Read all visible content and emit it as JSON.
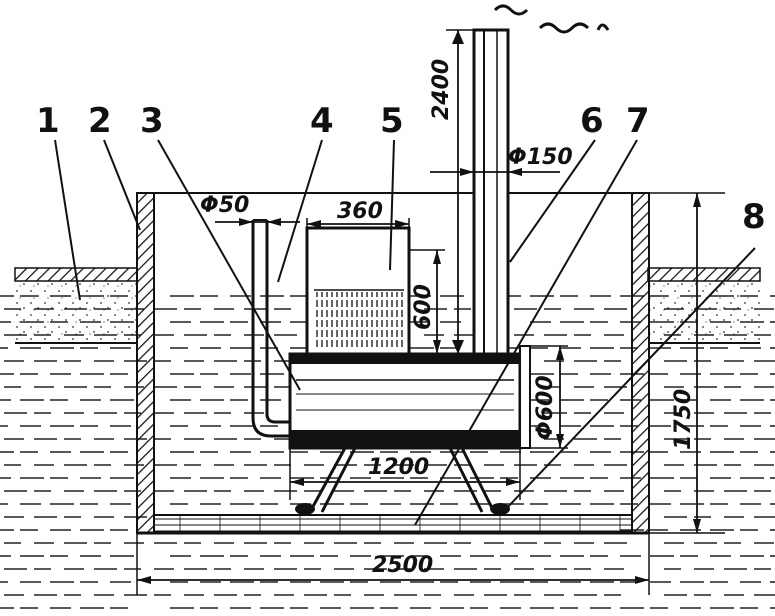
{
  "callouts": [
    {
      "id": "1",
      "text": "1"
    },
    {
      "id": "2",
      "text": "2"
    },
    {
      "id": "3",
      "text": "3"
    },
    {
      "id": "4",
      "text": "4"
    },
    {
      "id": "5",
      "text": "5"
    },
    {
      "id": "6",
      "text": "6"
    },
    {
      "id": "7",
      "text": "7"
    },
    {
      "id": "8",
      "text": "8"
    }
  ],
  "dimensions": {
    "chimney_height": "2400",
    "chimney_diameter": "Φ150",
    "pipe_diameter": "Φ50",
    "tank_width": "360",
    "tank_height": "600",
    "drum_diameter": "Φ600",
    "drum_length": "1200",
    "pit_depth": "1750",
    "pit_width": "2500"
  },
  "colors": {
    "ink": "#111111",
    "paper": "#ffffff"
  }
}
